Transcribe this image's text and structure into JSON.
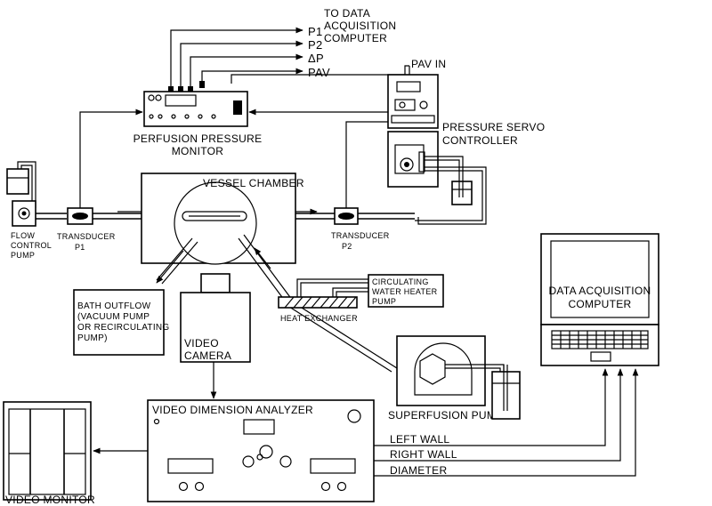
{
  "labels": {
    "p1": "P1",
    "p2": "P2",
    "dp": "ΔP",
    "pav": "PAV",
    "to_data_1": "TO DATA",
    "to_data_2": "ACQUISITION",
    "to_data_3": "COMPUTER",
    "pav_in": "PAV IN",
    "perfusion_1": "PERFUSION PRESSURE",
    "perfusion_2": "MONITOR",
    "servo_1": "PRESSURE SERVO",
    "servo_2": "CONTROLLER",
    "vessel_chamber": "VESSEL CHAMBER",
    "flow_1": "FLOW",
    "flow_2": "CONTROL",
    "flow_3": "PUMP",
    "transducer_p1_1": "TRANSDUCER",
    "transducer_p1_2": "P1",
    "transducer_p2_1": "TRANSDUCER",
    "transducer_p2_2": "P2",
    "circ_1": "CIRCULATING",
    "circ_2": "WATER HEATER",
    "circ_3": "PUMP",
    "heat_exchanger": "HEAT EXCHANGER",
    "bath_1": "BATH OUTFLOW",
    "bath_2": "(VACUUM PUMP",
    "bath_3": "OR RECIRCULATING",
    "bath_4": "PUMP)",
    "camera_1": "VIDEO",
    "camera_2": "CAMERA",
    "daq_1": "DATA ACQUISITION",
    "daq_2": "COMPUTER",
    "superfusion": "SUPERFUSION PUMP",
    "vda": "VIDEO DIMENSION ANALYZER",
    "left_wall": "LEFT WALL",
    "right_wall": "RIGHT WALL",
    "diameter": "DIAMETER",
    "video_monitor": "VIDEO MONITOR"
  }
}
